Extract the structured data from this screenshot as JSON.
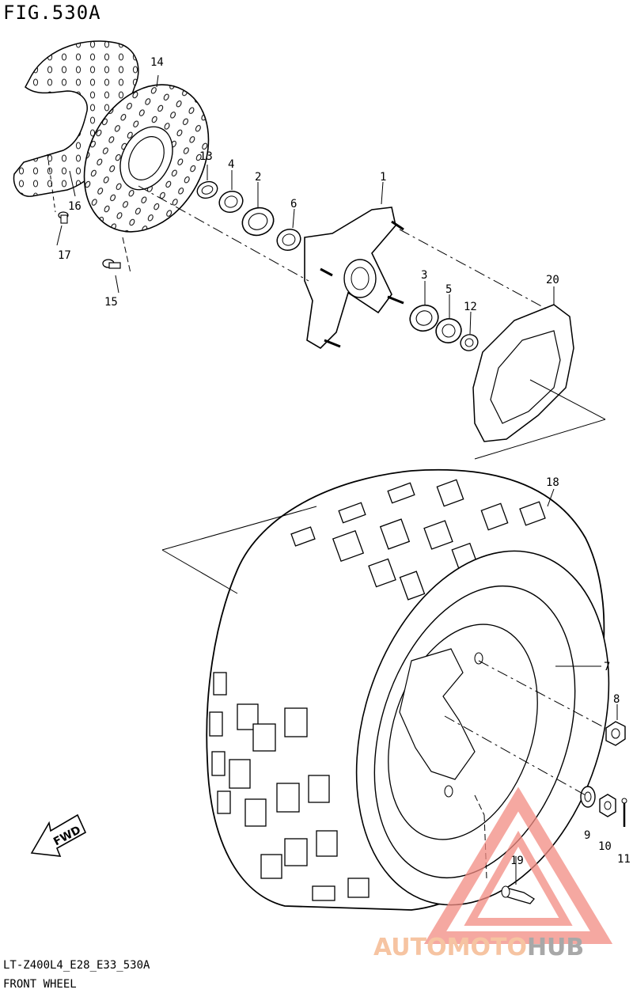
{
  "figure": {
    "title": "FIG.530A"
  },
  "footer": {
    "code": "LT-Z400L4_E28_E33_530A",
    "name": "FRONT WHEEL"
  },
  "callouts": {
    "p1": "1",
    "p2": "2",
    "p3": "3",
    "p4": "4",
    "p5": "5",
    "p6": "6",
    "p7": "7",
    "p8": "8",
    "p9": "9",
    "p10": "10",
    "p11": "11",
    "p12": "12",
    "p13": "13",
    "p14": "14",
    "p15": "15",
    "p16": "16",
    "p17": "17",
    "p18": "18",
    "p19": "19",
    "p20": "20"
  },
  "direction_arrow": {
    "label": "FWD"
  },
  "watermark": {
    "part1": "AUTO",
    "part2": "MOTO",
    "part3": "HUB",
    "color_a": "#f4b183",
    "color_b": "#8c8c8c"
  }
}
